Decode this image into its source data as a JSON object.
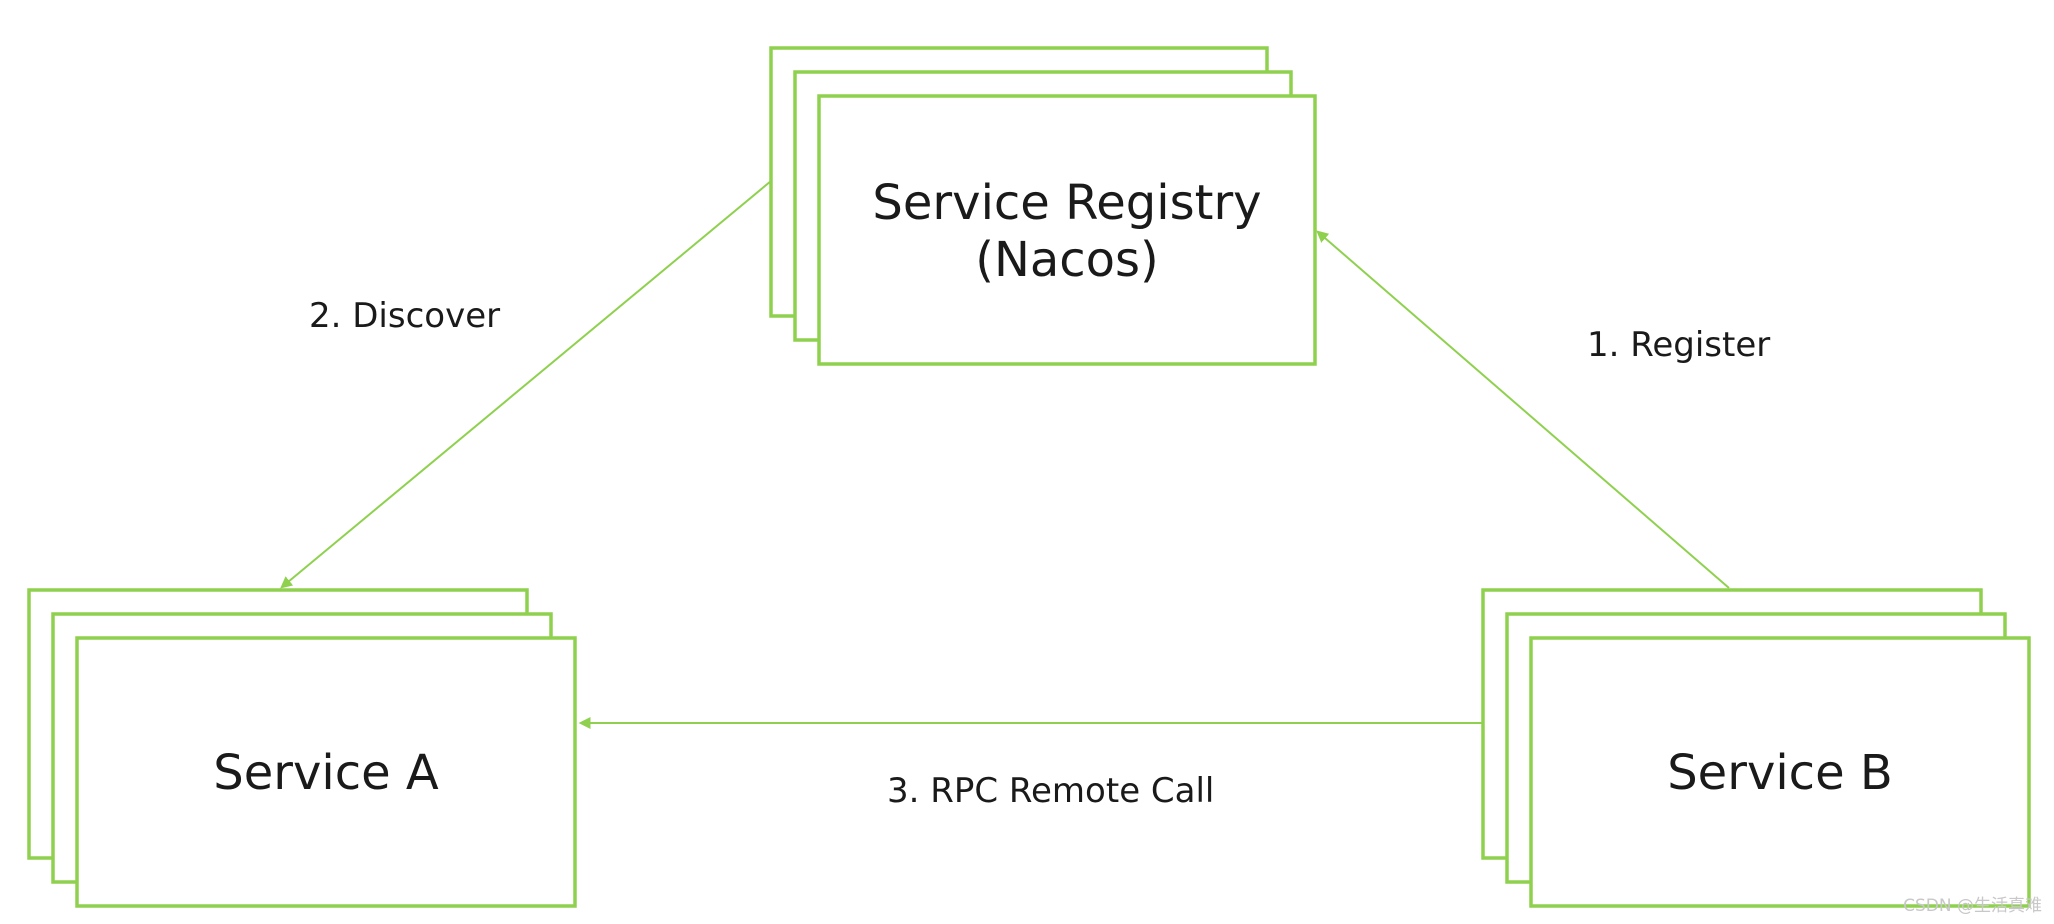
{
  "nodes": {
    "registry": {
      "title_line1": "Service Registry",
      "title_line2": "(Nacos)"
    },
    "service_a": {
      "title": "Service A"
    },
    "service_b": {
      "title": "Service B"
    }
  },
  "edges": {
    "register": {
      "label": "1. Register",
      "from": "Service B",
      "to": "Service Registry"
    },
    "discover": {
      "label": "2. Discover",
      "from": "Service Registry",
      "to": "Service A"
    },
    "rpc": {
      "label": "3. RPC Remote Call",
      "from": "Service B",
      "to": "Service A"
    }
  },
  "watermark": "CSDN @生活真难",
  "colors": {
    "accent": "#8fd14f",
    "text": "#1a1a1a",
    "watermark": "#c8c8c8"
  }
}
